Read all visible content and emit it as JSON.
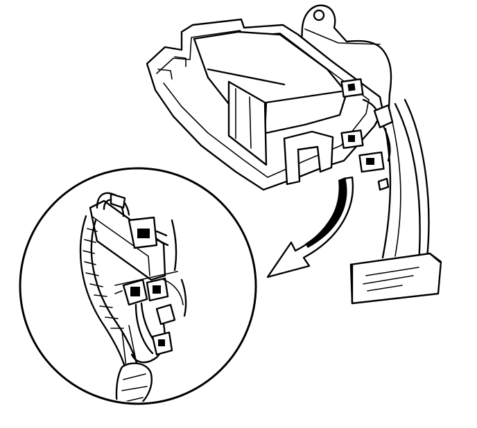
{
  "figure": {
    "background": "#ffffff",
    "line_color": "#000000",
    "style": "black-and-white line illustration",
    "parts": [
      "module-housing",
      "mounting-bracket",
      "electrical-connectors",
      "wiring-harness",
      "pedal",
      "detail-magnifier",
      "direction-arrow"
    ]
  }
}
